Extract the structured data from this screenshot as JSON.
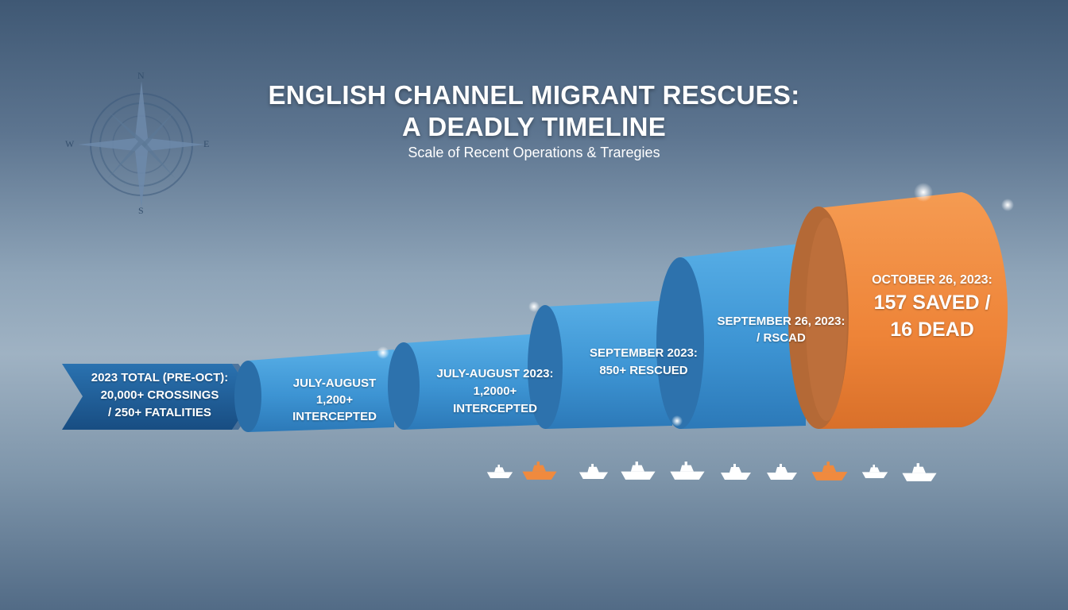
{
  "title": {
    "line1": "ENGLISH CHANNEL MIGRANT RESCUES:",
    "line2": "A DEADLY TIMELINE"
  },
  "subtitle": "Scale of Recent Operations & Traregies",
  "compass": {
    "north": "N",
    "south": "S",
    "east": "E",
    "west": "W"
  },
  "segments": [
    {
      "lines": [
        "2023 TOTAL (PRE-OCT):",
        "20,000+ CROSSINGS",
        "/ 250+ FATALITIES"
      ],
      "color": "#1f5f9a"
    },
    {
      "lines": [
        "JULY-AUGUST",
        "1,200+",
        "INTERCEPTED"
      ],
      "color": "#3f98d8"
    },
    {
      "lines": [
        "JULY-AUGUST 2023:",
        "1,2000+",
        "INTERCEPTED"
      ],
      "color": "#3f98d8"
    },
    {
      "lines": [
        "SEPTEMBER 2023:",
        "850+ RESCUED"
      ],
      "color": "#3f98d8"
    },
    {
      "lines": [
        "SEPTEMBER 26, 2023:",
        "/ RSCAD"
      ],
      "color": "#3f98d8"
    },
    {
      "lines": [
        "OCTOBER 26, 2023:",
        "157 SAVED /",
        "16 DEAD"
      ],
      "color": "#f08a3e"
    }
  ],
  "boats": {
    "colors": [
      "white",
      "orange",
      "white",
      "white",
      "white",
      "white",
      "white",
      "orange",
      "white",
      "white"
    ],
    "white": "#ffffff",
    "orange": "#f08a3e"
  }
}
